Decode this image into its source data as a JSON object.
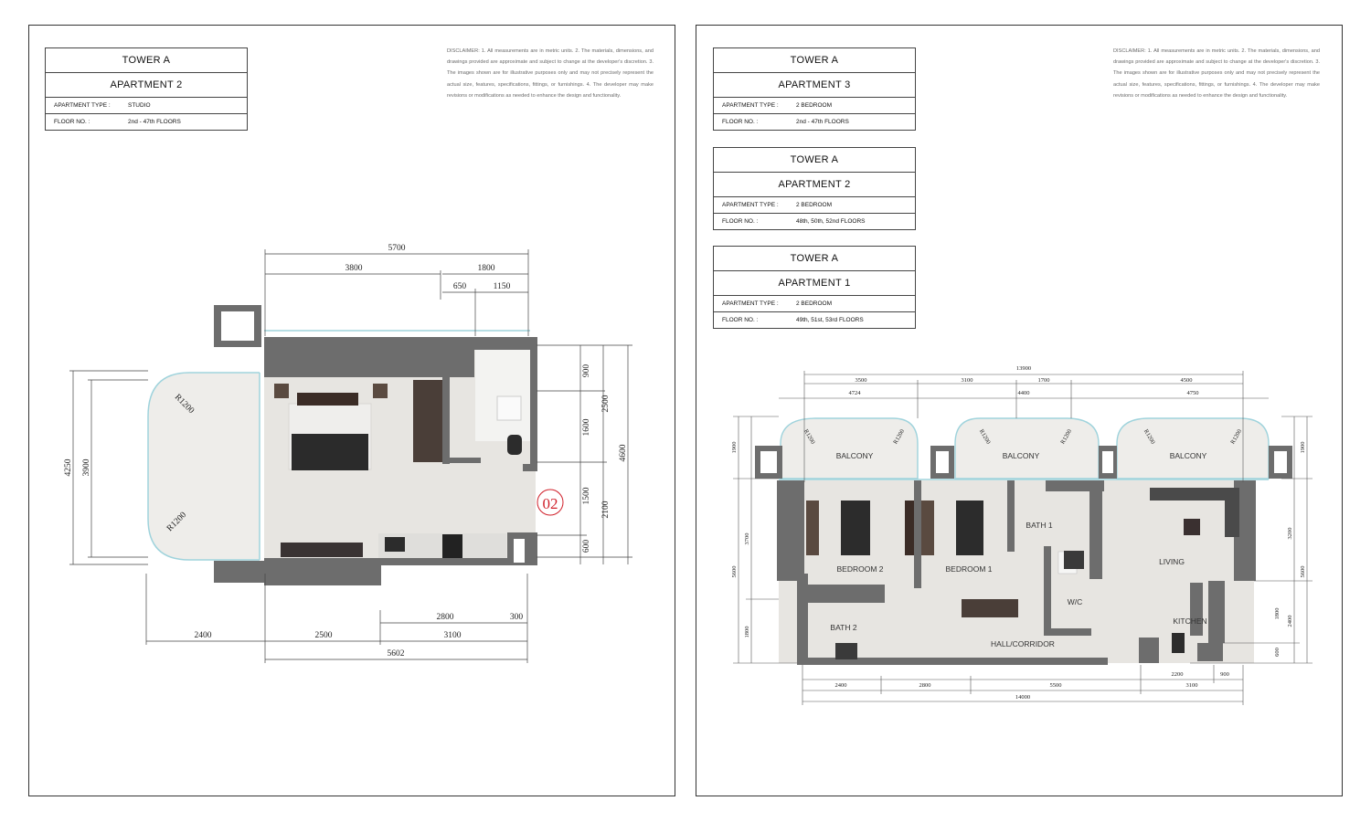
{
  "left_sheet": {
    "title_box": {
      "tower": "TOWER  A",
      "apartment": "APARTMENT  2",
      "type_label": "APARTMENT TYPE :",
      "type_value": "STUDIO",
      "floor_label": "FLOOR NO. :",
      "floor_value": "2nd - 47th FLOORS"
    },
    "disclaimer": "DISCLAIMER: 1. All measurements are in metric units. 2. The materials, dimensions, and drawings provided are approximate and subject to change at the developer's discretion. 3. The images shown are for illustrative purposes only and may not precisely represent the actual size, features, specifications, fittings, or furnishings. 4. The developer may make revisions or modifications as needed to enhance the design and functionality.",
    "plan": {
      "unit_marker": "02",
      "dims_top": [
        "5700",
        "3800",
        "1800",
        "650",
        "1150"
      ],
      "dims_right": [
        "900",
        "1600",
        "1500",
        "600",
        "2500",
        "2100",
        "4600"
      ],
      "dims_left": [
        "4250",
        "3900"
      ],
      "radius_labels": [
        "R1200",
        "R1200"
      ],
      "dims_bottom": [
        "2800",
        "300",
        "2400",
        "2500",
        "3100",
        "5602"
      ]
    }
  },
  "right_sheet": {
    "title_boxes": [
      {
        "tower": "TOWER  A",
        "apartment": "APARTMENT  3",
        "type_label": "APARTMENT TYPE :",
        "type_value": "2  BEDROOM",
        "floor_label": "FLOOR NO. :",
        "floor_value": "2nd - 47th FLOORS"
      },
      {
        "tower": "TOWER  A",
        "apartment": "APARTMENT  2",
        "type_label": "APARTMENT TYPE :",
        "type_value": "2  BEDROOM",
        "floor_label": "FLOOR NO. :",
        "floor_value": "48th, 50th, 52nd FLOORS"
      },
      {
        "tower": "TOWER  A",
        "apartment": "APARTMENT  1",
        "type_label": "APARTMENT TYPE :",
        "type_value": "2  BEDROOM",
        "floor_label": "FLOOR NO. :",
        "floor_value": "49th, 51st, 53rd FLOORS"
      }
    ],
    "disclaimer": "DISCLAIMER: 1. All measurements are in metric units. 2. The materials, dimensions, and drawings provided are approximate and subject to change at the developer's discretion. 3. The images shown are for illustrative purposes only and may not precisely represent the actual size, features, specifications, fittings, or furnishings. 4. The developer may make revisions or modifications as needed to enhance the design and functionality.",
    "plan": {
      "rooms": [
        "BALCONY",
        "BALCONY",
        "BALCONY",
        "BEDROOM 2",
        "BEDROOM 1",
        "BATH 1",
        "W/C",
        "LIVING",
        "KITCHEN",
        "BATH 2",
        "HALL/CORRIDOR"
      ],
      "dims_top": [
        "13900",
        "3500",
        "3100",
        "1700",
        "4500",
        "4724",
        "4400",
        "4750"
      ],
      "radius_labels": [
        "R1200",
        "R1200",
        "R1200",
        "R1200",
        "R1200",
        "R1200"
      ],
      "dims_left": [
        "1900",
        "3700",
        "5600",
        "1800"
      ],
      "dims_right": [
        "1900",
        "3200",
        "5600",
        "1800",
        "2400",
        "600"
      ],
      "dims_bottom": [
        "2200",
        "900",
        "2400",
        "2800",
        "5500",
        "3100",
        "14000"
      ]
    }
  },
  "colors": {
    "wall": "#6d6d6d",
    "floor": "#e7e5e1",
    "glass": "#9fd3dc",
    "marker": "#d0202a"
  }
}
